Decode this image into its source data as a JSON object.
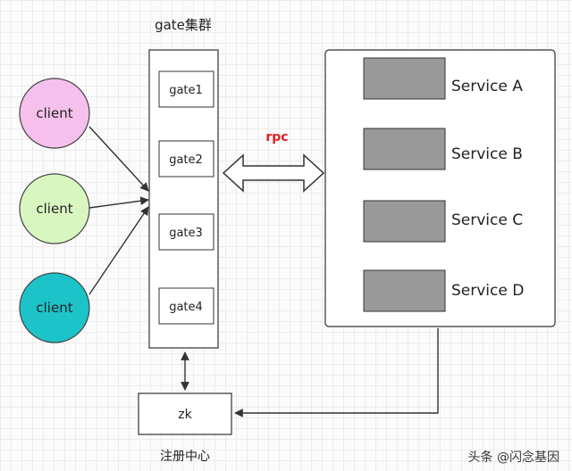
{
  "cluster": {
    "title": "gate集群",
    "gates": [
      "gate1",
      "gate2",
      "gate3",
      "gate4"
    ]
  },
  "clients": [
    {
      "label": "client",
      "color": "#f6c0ec"
    },
    {
      "label": "client",
      "color": "#d8f7c0"
    },
    {
      "label": "client",
      "color": "#1cc3c8"
    }
  ],
  "rpc": {
    "label": "rpc",
    "color": "#e02020"
  },
  "services": [
    "Service A",
    "Service B",
    "Service C",
    "Service D"
  ],
  "registry": {
    "node": "zk",
    "caption": "注册中心"
  },
  "watermark": "头条 @闪念基因",
  "colors": {
    "service_block": "#999999",
    "line": "#333333"
  }
}
